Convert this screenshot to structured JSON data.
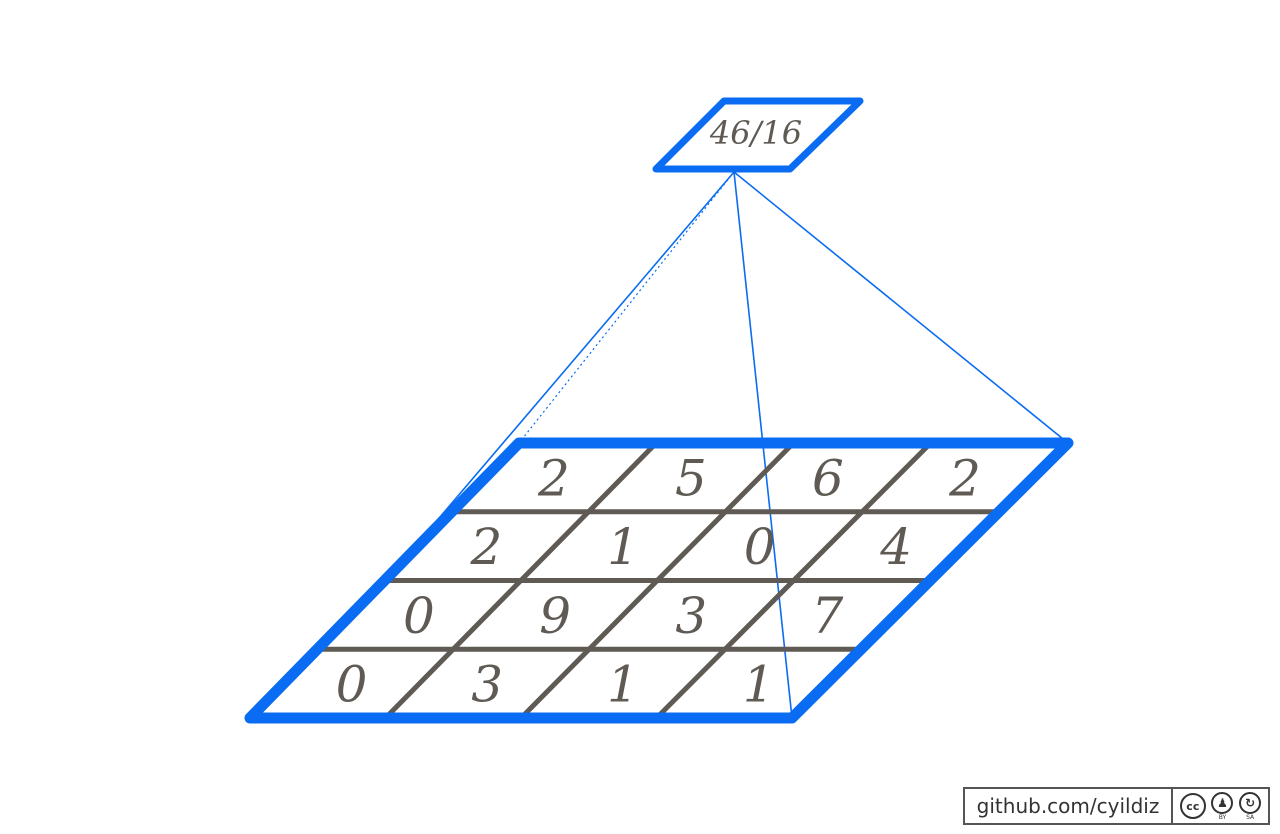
{
  "result": {
    "value": "46/16"
  },
  "grid": {
    "rows": [
      [
        "2",
        "5",
        "6",
        "2"
      ],
      [
        "2",
        "1",
        "0",
        "4"
      ],
      [
        "0",
        "9",
        "3",
        "7"
      ],
      [
        "0",
        "3",
        "1",
        "1"
      ]
    ]
  },
  "colors": {
    "accent": "#0a6cf2",
    "grid_lines": "#5f5a54",
    "text": "#5f5a54"
  },
  "credit": {
    "url": "github.com/cyildiz",
    "license_icons": [
      {
        "name": "cc-icon",
        "symbol": "cc",
        "label": ""
      },
      {
        "name": "by-icon",
        "symbol": "♟",
        "label": "BY"
      },
      {
        "name": "sa-icon",
        "symbol": "↻",
        "label": "SA"
      }
    ]
  }
}
